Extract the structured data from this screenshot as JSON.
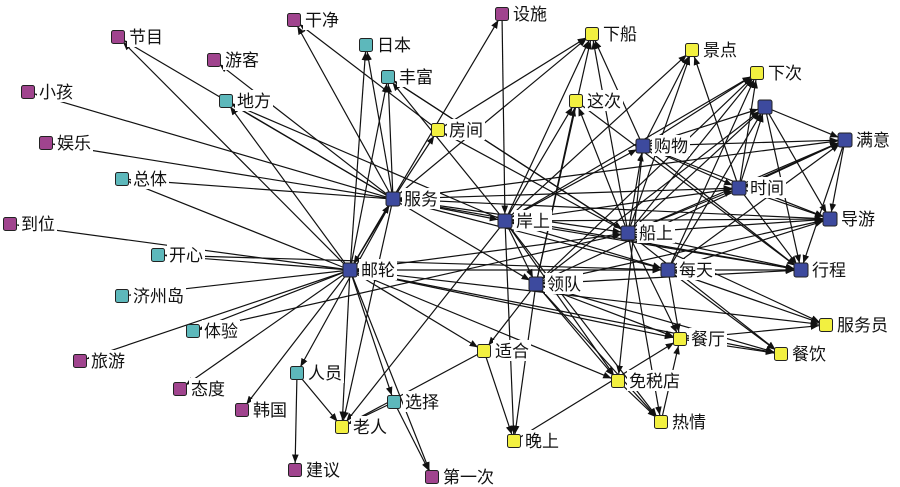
{
  "colors": {
    "purple": "#a0448e",
    "teal": "#5db8bb",
    "yellow": "#f2f040",
    "blue": "#3d4a9e",
    "edge": "#111111"
  },
  "nodes": [
    {
      "id": "节目",
      "label": "节目",
      "group": "purple"
    },
    {
      "id": "干净",
      "label": "干净",
      "group": "purple"
    },
    {
      "id": "设施",
      "label": "设施",
      "group": "purple"
    },
    {
      "id": "游客",
      "label": "游客",
      "group": "purple"
    },
    {
      "id": "小孩",
      "label": "小孩",
      "group": "purple"
    },
    {
      "id": "娱乐",
      "label": "娱乐",
      "group": "purple"
    },
    {
      "id": "到位",
      "label": "到位",
      "group": "purple"
    },
    {
      "id": "旅游",
      "label": "旅游",
      "group": "purple"
    },
    {
      "id": "态度",
      "label": "态度",
      "group": "purple"
    },
    {
      "id": "韩国",
      "label": "韩国",
      "group": "purple"
    },
    {
      "id": "建议",
      "label": "建议",
      "group": "purple"
    },
    {
      "id": "第一次",
      "label": "第一次",
      "group": "purple"
    },
    {
      "id": "日本",
      "label": "日本",
      "group": "teal"
    },
    {
      "id": "丰富",
      "label": "丰富",
      "group": "teal"
    },
    {
      "id": "地方",
      "label": "地方",
      "group": "teal"
    },
    {
      "id": "总体",
      "label": "总体",
      "group": "teal"
    },
    {
      "id": "开心",
      "label": "开心",
      "group": "teal"
    },
    {
      "id": "济州岛",
      "label": "济州岛",
      "group": "teal"
    },
    {
      "id": "体验",
      "label": "体验",
      "group": "teal"
    },
    {
      "id": "人员",
      "label": "人员",
      "group": "teal"
    },
    {
      "id": "选择",
      "label": "选择",
      "group": "teal"
    },
    {
      "id": "下船",
      "label": "下船",
      "group": "yellow"
    },
    {
      "id": "景点",
      "label": "景点",
      "group": "yellow"
    },
    {
      "id": "下次",
      "label": "下次",
      "group": "yellow"
    },
    {
      "id": "这次",
      "label": "这次",
      "group": "yellow"
    },
    {
      "id": "房间",
      "label": "房间",
      "group": "yellow"
    },
    {
      "id": "适合",
      "label": "适合",
      "group": "yellow"
    },
    {
      "id": "餐厅",
      "label": "餐厅",
      "group": "yellow"
    },
    {
      "id": "服务员",
      "label": "服务员",
      "group": "yellow"
    },
    {
      "id": "餐饮",
      "label": "餐饮",
      "group": "yellow"
    },
    {
      "id": "免税店",
      "label": "免税店",
      "group": "yellow"
    },
    {
      "id": "热情",
      "label": "热情",
      "group": "yellow"
    },
    {
      "id": "老人",
      "label": "老人",
      "group": "yellow"
    },
    {
      "id": "晚上",
      "label": "晚上",
      "group": "yellow"
    },
    {
      "id": "服务",
      "label": "服务",
      "group": "blue"
    },
    {
      "id": "岸上",
      "label": "岸上",
      "group": "blue"
    },
    {
      "id": "船上",
      "label": "船上",
      "group": "blue"
    },
    {
      "id": "购物",
      "label": "购物",
      "group": "blue"
    },
    {
      "id": "时间",
      "label": "时间",
      "group": "blue"
    },
    {
      "id": "满意",
      "label": "满意",
      "group": "blue"
    },
    {
      "id": "导游",
      "label": "导游",
      "group": "blue"
    },
    {
      "id": "每天",
      "label": "每天",
      "group": "blue"
    },
    {
      "id": "行程",
      "label": "行程",
      "group": "blue"
    },
    {
      "id": "邮轮",
      "label": "邮轮",
      "group": "blue"
    },
    {
      "id": "领队",
      "label": "领队",
      "group": "blue"
    },
    {
      "id": "blank",
      "label": "",
      "group": "blue"
    }
  ],
  "edges": [
    [
      "服务",
      "节目"
    ],
    [
      "服务",
      "干净"
    ],
    [
      "服务",
      "游客"
    ],
    [
      "服务",
      "小孩"
    ],
    [
      "服务",
      "娱乐"
    ],
    [
      "服务",
      "地方"
    ],
    [
      "服务",
      "日本"
    ],
    [
      "服务",
      "丰富"
    ],
    [
      "服务",
      "总体"
    ],
    [
      "服务",
      "下船"
    ],
    [
      "服务",
      "房间"
    ],
    [
      "服务",
      "岸上"
    ],
    [
      "服务",
      "船上"
    ],
    [
      "服务",
      "导游"
    ],
    [
      "服务",
      "行程"
    ],
    [
      "服务",
      "领队"
    ],
    [
      "服务",
      "每天"
    ],
    [
      "服务",
      "邮轮"
    ],
    [
      "服务",
      "老人"
    ],
    [
      "服务",
      "人员"
    ],
    [
      "服务",
      "时间"
    ],
    [
      "服务",
      "满意"
    ],
    [
      "邮轮",
      "节目"
    ],
    [
      "邮轮",
      "地方"
    ],
    [
      "邮轮",
      "总体"
    ],
    [
      "邮轮",
      "开心"
    ],
    [
      "邮轮",
      "济州岛"
    ],
    [
      "邮轮",
      "体验"
    ],
    [
      "邮轮",
      "到位"
    ],
    [
      "邮轮",
      "旅游"
    ],
    [
      "邮轮",
      "态度"
    ],
    [
      "邮轮",
      "韩国"
    ],
    [
      "邮轮",
      "服务"
    ],
    [
      "邮轮",
      "丰富"
    ],
    [
      "邮轮",
      "日本"
    ],
    [
      "邮轮",
      "设施"
    ],
    [
      "邮轮",
      "餐厅"
    ],
    [
      "邮轮",
      "服务员"
    ],
    [
      "邮轮",
      "餐饮"
    ],
    [
      "邮轮",
      "老人"
    ],
    [
      "邮轮",
      "选择"
    ],
    [
      "邮轮",
      "第一次"
    ],
    [
      "邮轮",
      "适合"
    ],
    [
      "邮轮",
      "每天"
    ],
    [
      "邮轮",
      "船上"
    ],
    [
      "邮轮",
      "免税店"
    ],
    [
      "岸上",
      "下船"
    ],
    [
      "岸上",
      "这次"
    ],
    [
      "岸上",
      "景点"
    ],
    [
      "岸上",
      "下次"
    ],
    [
      "岸上",
      "购物"
    ],
    [
      "岸上",
      "时间"
    ],
    [
      "岸上",
      "导游"
    ],
    [
      "岸上",
      "行程"
    ],
    [
      "岸上",
      "领队"
    ],
    [
      "岸上",
      "晚上"
    ],
    [
      "岸上",
      "免税店"
    ],
    [
      "岸上",
      "丰富"
    ],
    [
      "岸上",
      "老人"
    ],
    [
      "岸上",
      "每天"
    ],
    [
      "岸上",
      "热情"
    ],
    [
      "岸上",
      "地方"
    ],
    [
      "船上",
      "下船"
    ],
    [
      "船上",
      "这次"
    ],
    [
      "船上",
      "景点"
    ],
    [
      "船上",
      "下次"
    ],
    [
      "船上",
      "购物"
    ],
    [
      "船上",
      "时间"
    ],
    [
      "船上",
      "满意"
    ],
    [
      "船上",
      "导游"
    ],
    [
      "船上",
      "行程"
    ],
    [
      "船上",
      "餐厅"
    ],
    [
      "船上",
      "餐饮"
    ],
    [
      "船上",
      "服务员"
    ],
    [
      "船上",
      "热情"
    ],
    [
      "船上",
      "blank"
    ],
    [
      "船上",
      "房间"
    ],
    [
      "船上",
      "丰富"
    ],
    [
      "领队",
      "下船"
    ],
    [
      "领队",
      "这次"
    ],
    [
      "领队",
      "导游"
    ],
    [
      "领队",
      "行程"
    ],
    [
      "领队",
      "餐厅"
    ],
    [
      "领队",
      "餐饮"
    ],
    [
      "领队",
      "免税店"
    ],
    [
      "领队",
      "热情"
    ],
    [
      "领队",
      "适合"
    ],
    [
      "领队",
      "满意"
    ],
    [
      "领队",
      "blank"
    ],
    [
      "领队",
      "下次"
    ],
    [
      "领队",
      "晚上"
    ],
    [
      "购物",
      "下船"
    ],
    [
      "购物",
      "景点"
    ],
    [
      "购物",
      "下次"
    ],
    [
      "购物",
      "满意"
    ],
    [
      "购物",
      "导游"
    ],
    [
      "购物",
      "行程"
    ],
    [
      "购物",
      "时间"
    ],
    [
      "购物",
      "免税店"
    ],
    [
      "购物",
      "blank"
    ],
    [
      "时间",
      "满意"
    ],
    [
      "时间",
      "导游"
    ],
    [
      "时间",
      "行程"
    ],
    [
      "时间",
      "下次"
    ],
    [
      "时间",
      "景点"
    ],
    [
      "时间",
      "blank"
    ],
    [
      "每天",
      "行程"
    ],
    [
      "每天",
      "导游"
    ],
    [
      "每天",
      "服务员"
    ],
    [
      "每天",
      "餐饮"
    ],
    [
      "每天",
      "满意"
    ],
    [
      "每天",
      "下次"
    ],
    [
      "每天",
      "blank"
    ],
    [
      "每天",
      "餐厅"
    ],
    [
      "满意",
      "导游"
    ],
    [
      "满意",
      "行程"
    ],
    [
      "blank",
      "满意"
    ],
    [
      "blank",
      "导游"
    ],
    [
      "blank",
      "行程"
    ],
    [
      "适合",
      "老人"
    ],
    [
      "适合",
      "晚上"
    ],
    [
      "人员",
      "建议"
    ],
    [
      "人员",
      "老人"
    ],
    [
      "选择",
      "第一次"
    ],
    [
      "选择",
      "老人"
    ],
    [
      "房间",
      "下船"
    ],
    [
      "房间",
      "干净"
    ],
    [
      "丰富",
      "船上"
    ],
    [
      "餐厅",
      "服务员"
    ],
    [
      "餐厅",
      "餐饮"
    ],
    [
      "免税店",
      "热情"
    ],
    [
      "热情",
      "餐厅"
    ],
    [
      "晚上",
      "餐厅"
    ],
    [
      "这次",
      "行程"
    ],
    [
      "设施",
      "岸上"
    ],
    [
      "体验",
      "船上"
    ],
    [
      "开心",
      "每天"
    ]
  ]
}
